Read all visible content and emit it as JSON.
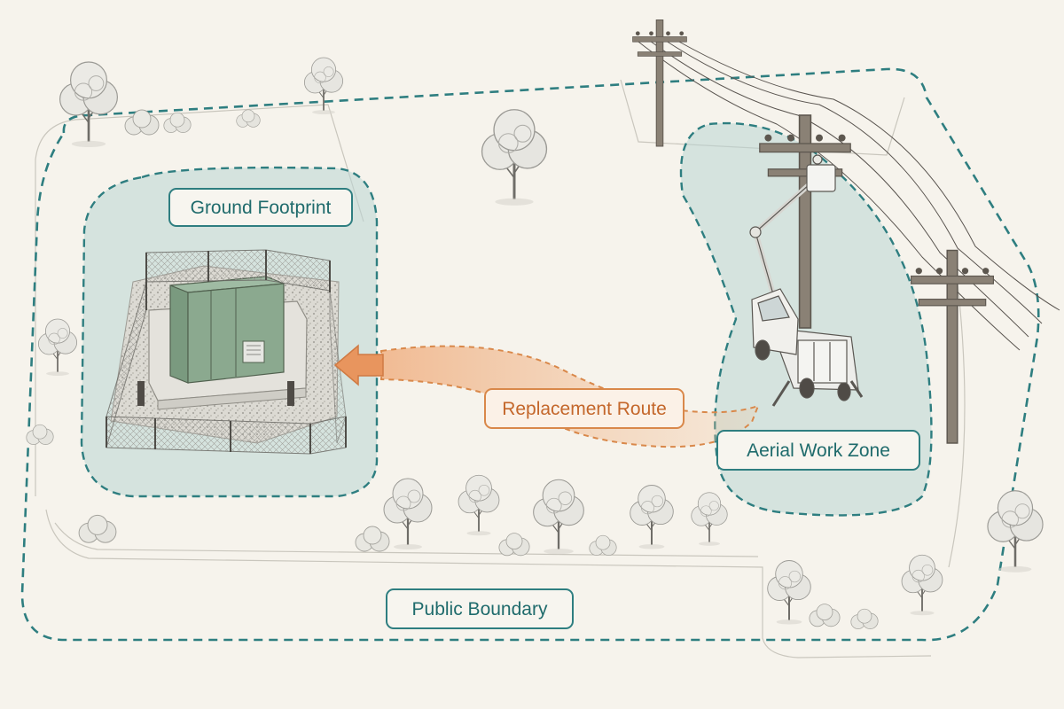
{
  "labels": {
    "ground_footprint": "Ground Footprint",
    "replacement_route": "Replacement Route",
    "aerial_work_zone": "Aerial Work Zone",
    "public_boundary": "Public Boundary"
  },
  "colors": {
    "background": "#f6f3ec",
    "boundary_teal": "#2e7e80",
    "zone_fill": "#b9d6d4",
    "route_orange": "#d9884a",
    "cabinet_green": "#8ba98f",
    "sketch_gray": "#8d8d88"
  },
  "icons": [
    "tree-icon",
    "utility-pole-icon",
    "bucket-truck-icon",
    "transformer-cabinet-icon",
    "fence-icon",
    "arrow-left-icon"
  ]
}
